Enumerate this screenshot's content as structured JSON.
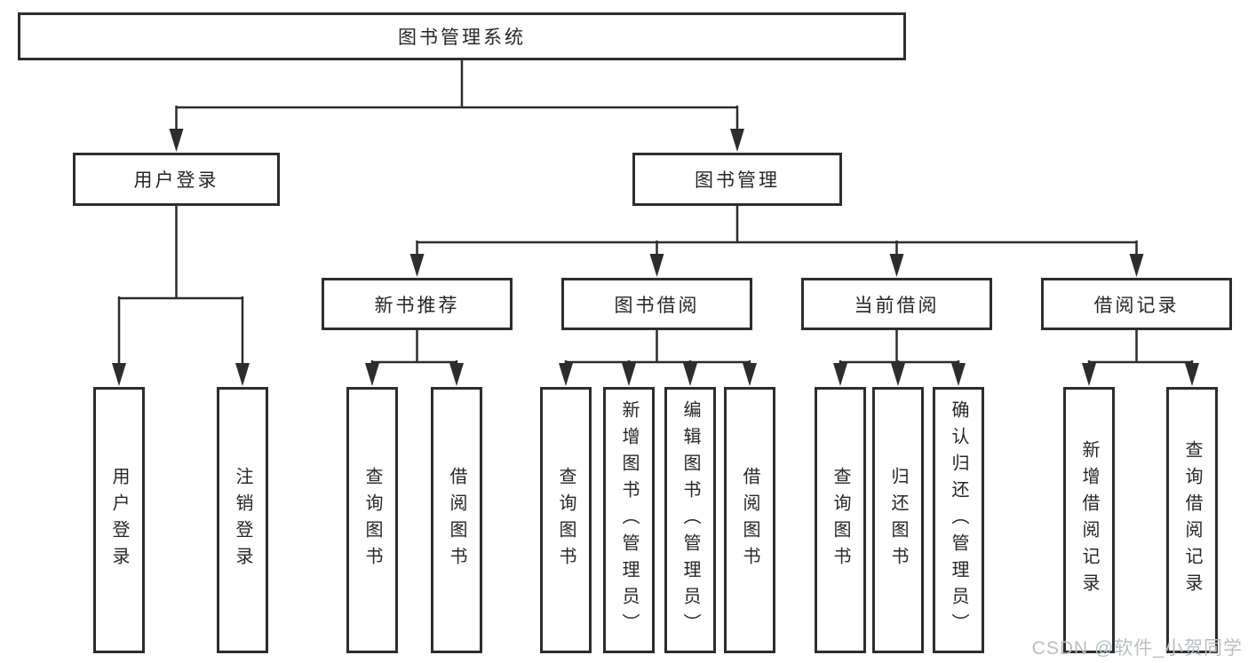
{
  "diagram": {
    "type": "hierarchy-tree",
    "line_color": "#2d2d2d",
    "box_border_color": "#2d2d2d",
    "text_color": "#262626",
    "tree": {
      "root_label": "图书管理系统",
      "children": [
        {
          "label": "用户登录",
          "children": [
            {
              "label": "用户登录"
            },
            {
              "label": "注销登录"
            }
          ]
        },
        {
          "label": "图书管理",
          "children": [
            {
              "label": "新书推荐",
              "children": [
                {
                  "label": "查询图书"
                },
                {
                  "label": "借阅图书"
                }
              ]
            },
            {
              "label": "图书借阅",
              "children": [
                {
                  "label": "查询图书"
                },
                {
                  "label": "新增图书（管理员）"
                },
                {
                  "label": "编辑图书（管理员）"
                },
                {
                  "label": "借阅图书"
                }
              ]
            },
            {
              "label": "当前借阅",
              "children": [
                {
                  "label": "查询图书"
                },
                {
                  "label": "归还图书"
                },
                {
                  "label": "确认归还（管理员）"
                }
              ]
            },
            {
              "label": "借阅记录",
              "children": [
                {
                  "label": "新增借阅记录"
                },
                {
                  "label": "查询借阅记录"
                }
              ]
            }
          ]
        }
      ]
    }
  },
  "watermark": {
    "text": "CSDN @软件_小贺同学",
    "color": "#b9bec3"
  }
}
